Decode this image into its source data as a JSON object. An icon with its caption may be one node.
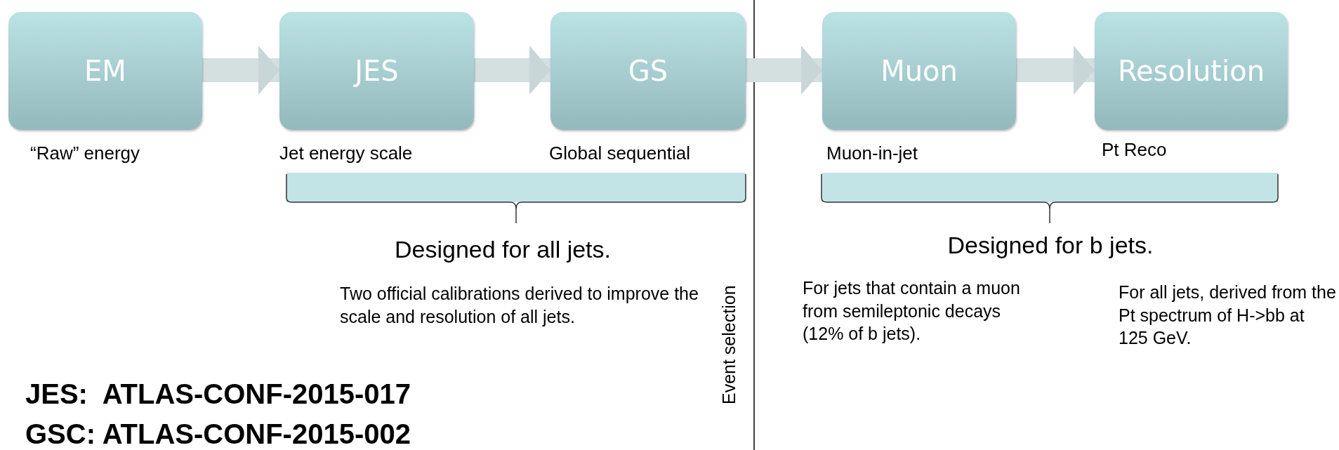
{
  "diagram": {
    "nodes": [
      {
        "text": [
          "EM"
        ],
        "beside": [
          "“Raw” energy"
        ]
      },
      {
        "text": [
          "JES"
        ],
        "beside": [
          "Jet energy scale"
        ]
      },
      {
        "text": [
          "GS"
        ],
        "beside": [
          "Global sequential"
        ]
      },
      {
        "text": [
          "Muon"
        ],
        "beside": [
          "Muon-in-jet"
        ]
      },
      {
        "text": [
          "Resolution"
        ],
        "beside": [
          "Pt Reco"
        ]
      }
    ],
    "edges": [
      {
        "from": 0,
        "to": 1,
        "arrow": "to"
      },
      {
        "from": 1,
        "to": 2,
        "arrow": "to"
      },
      {
        "from": 2,
        "to": 3,
        "arrow": "to"
      },
      {
        "from": 3,
        "to": 4,
        "arrow": "to"
      }
    ],
    "labels": [
      "Designed for all jets.",
      "Two official calibrations derived to improve the scale and resolution of all jets.",
      "Event selection",
      "JES:  ATLAS-CONF-2015-017",
      "GSC: ATLAS-CONF-2015-002",
      "Designed for b jets.",
      "For jets that contain a muon from semileptonic decays (12% of b jets).",
      "For all jets, derived from the Pt spectrum of H->bb at 125 GeV."
    ]
  }
}
